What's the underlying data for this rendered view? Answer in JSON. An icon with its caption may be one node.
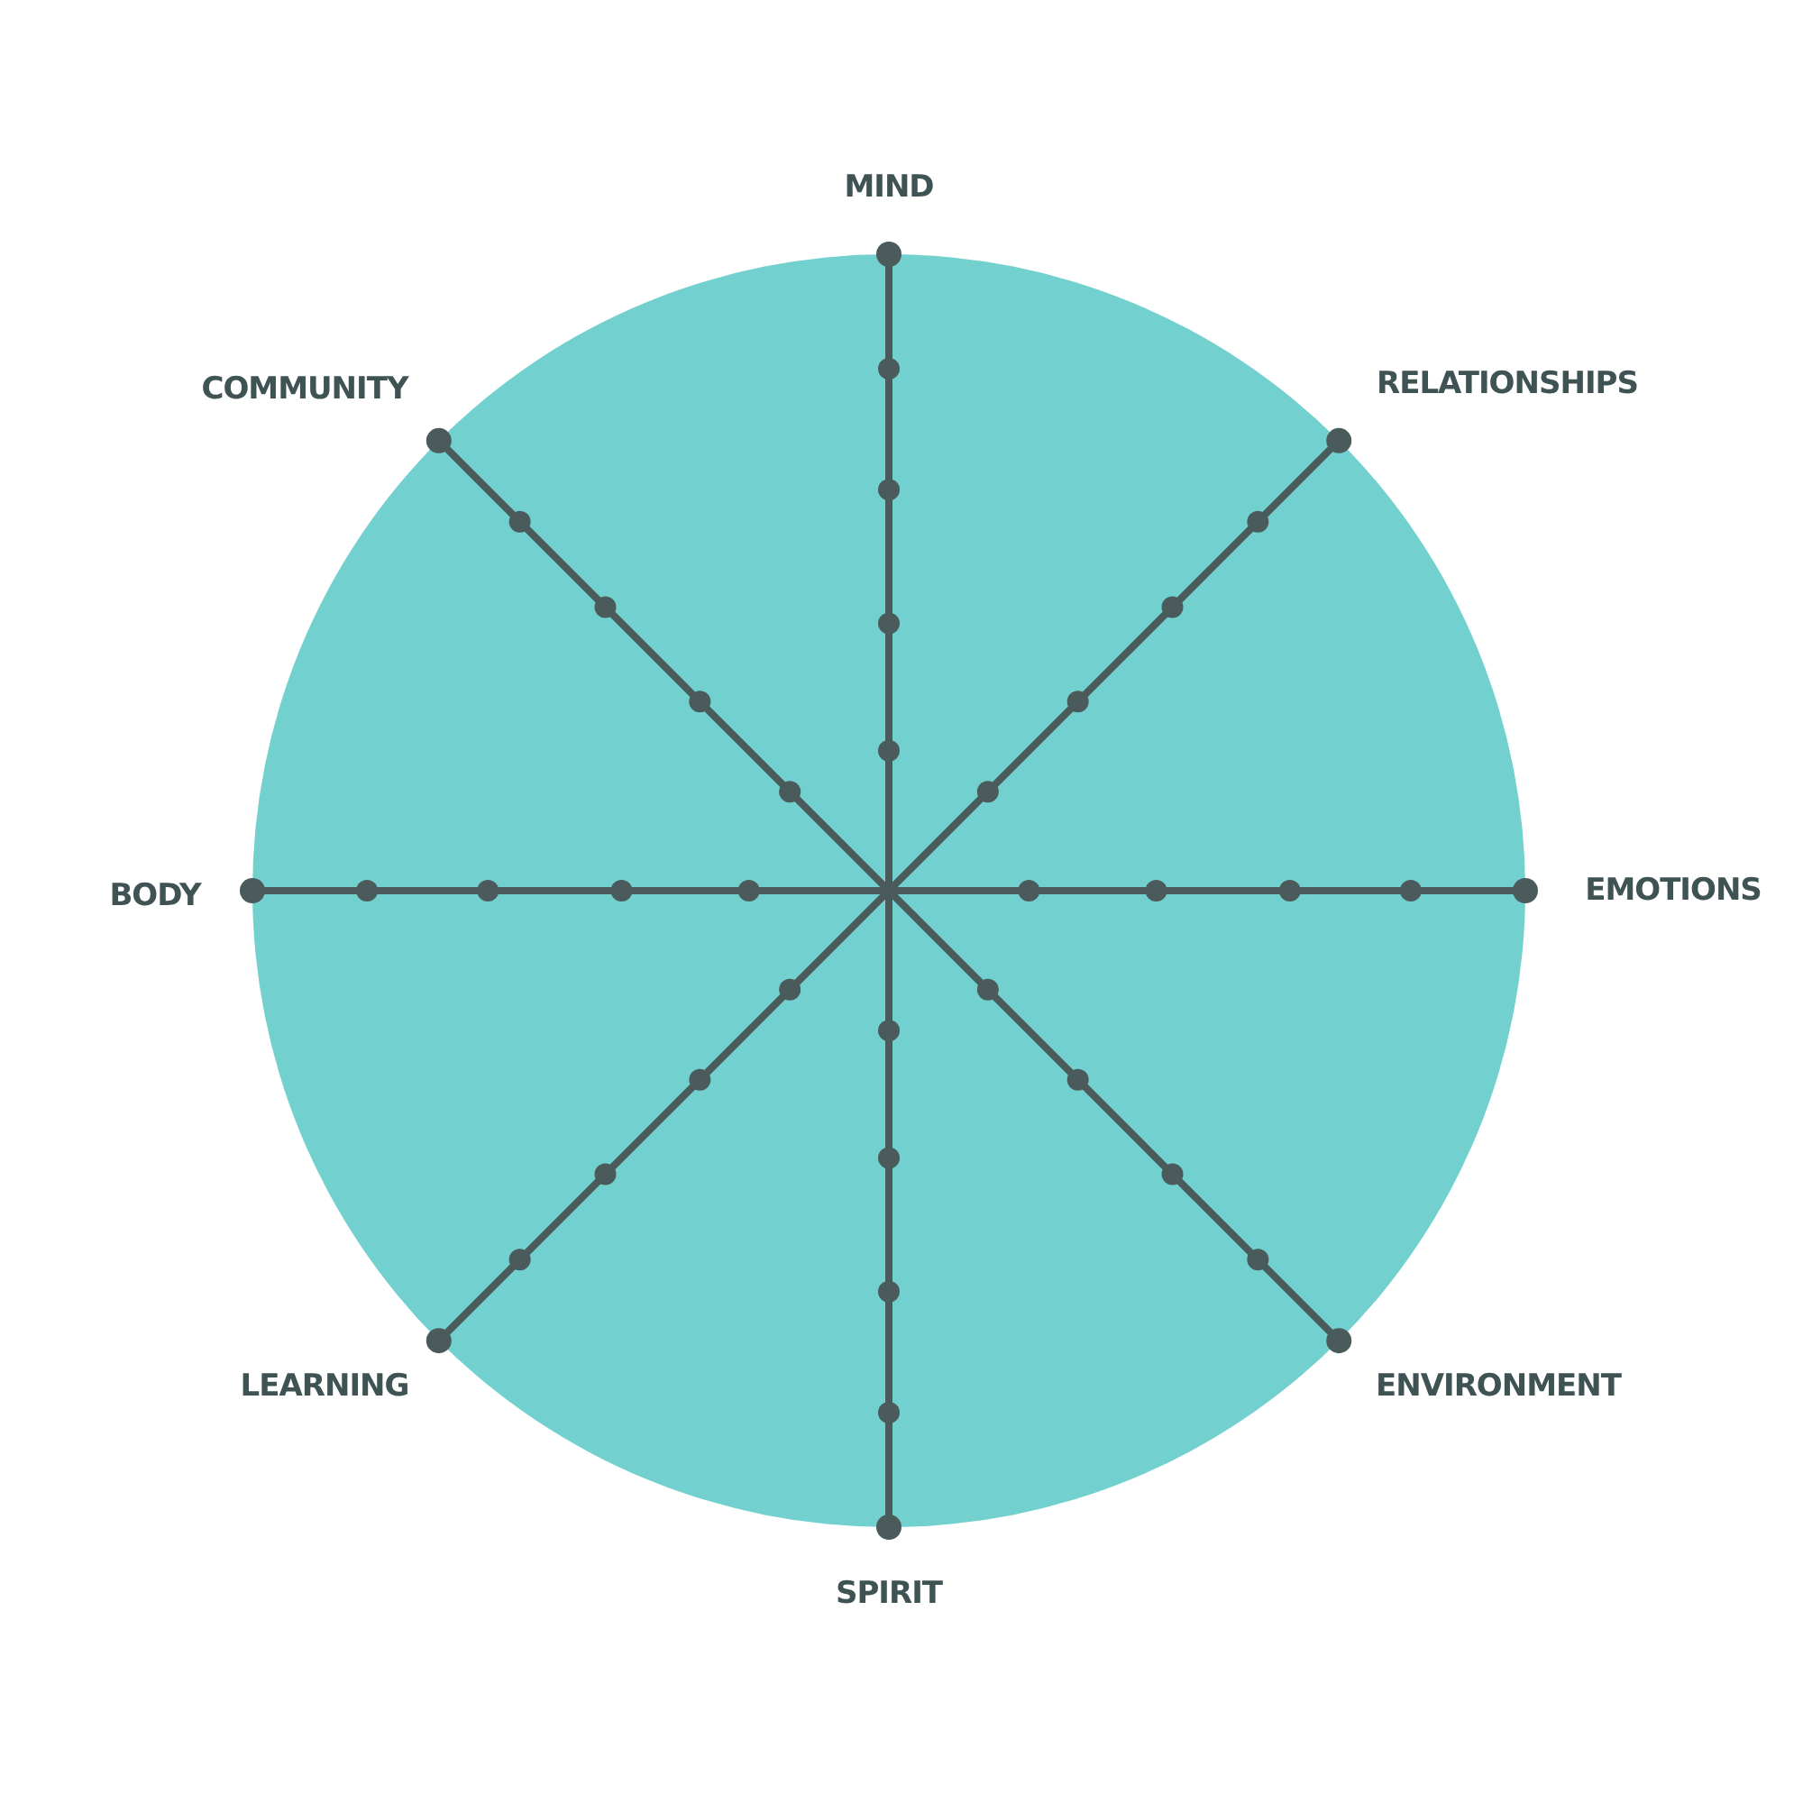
{
  "diagram": {
    "labels": [
      "MIND",
      "RELATIONSHIPS",
      "EMOTIONS",
      "ENVIRONMENT",
      "SPIRIT",
      "LEARNING",
      "BODY",
      "COMMUNITY"
    ]
  }
}
